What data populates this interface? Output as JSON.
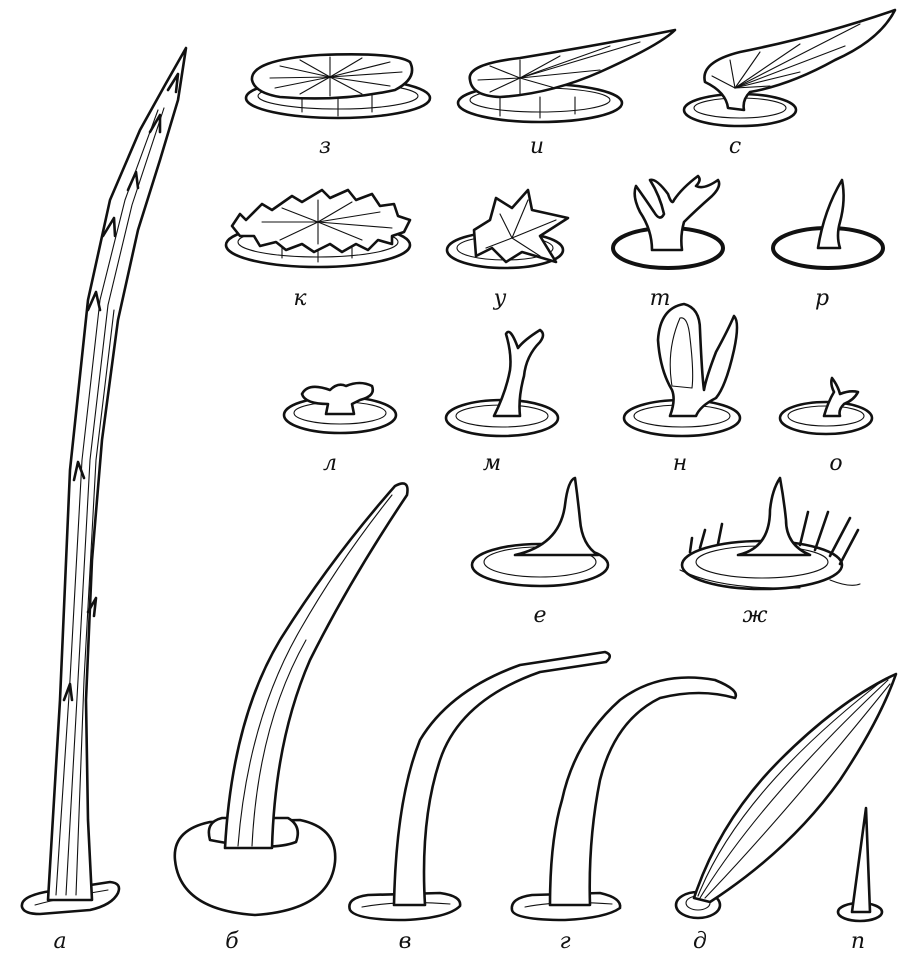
{
  "figure": {
    "labels": {
      "a": "а",
      "b": "б",
      "v": "в",
      "g": "г",
      "d": "д",
      "p": "п",
      "e": "е",
      "zh": "ж",
      "z": "з",
      "i": "и",
      "s": "с",
      "k": "к",
      "u": "у",
      "t": "т",
      "r": "р",
      "l": "л",
      "m": "м",
      "n": "н",
      "o": "о"
    }
  }
}
